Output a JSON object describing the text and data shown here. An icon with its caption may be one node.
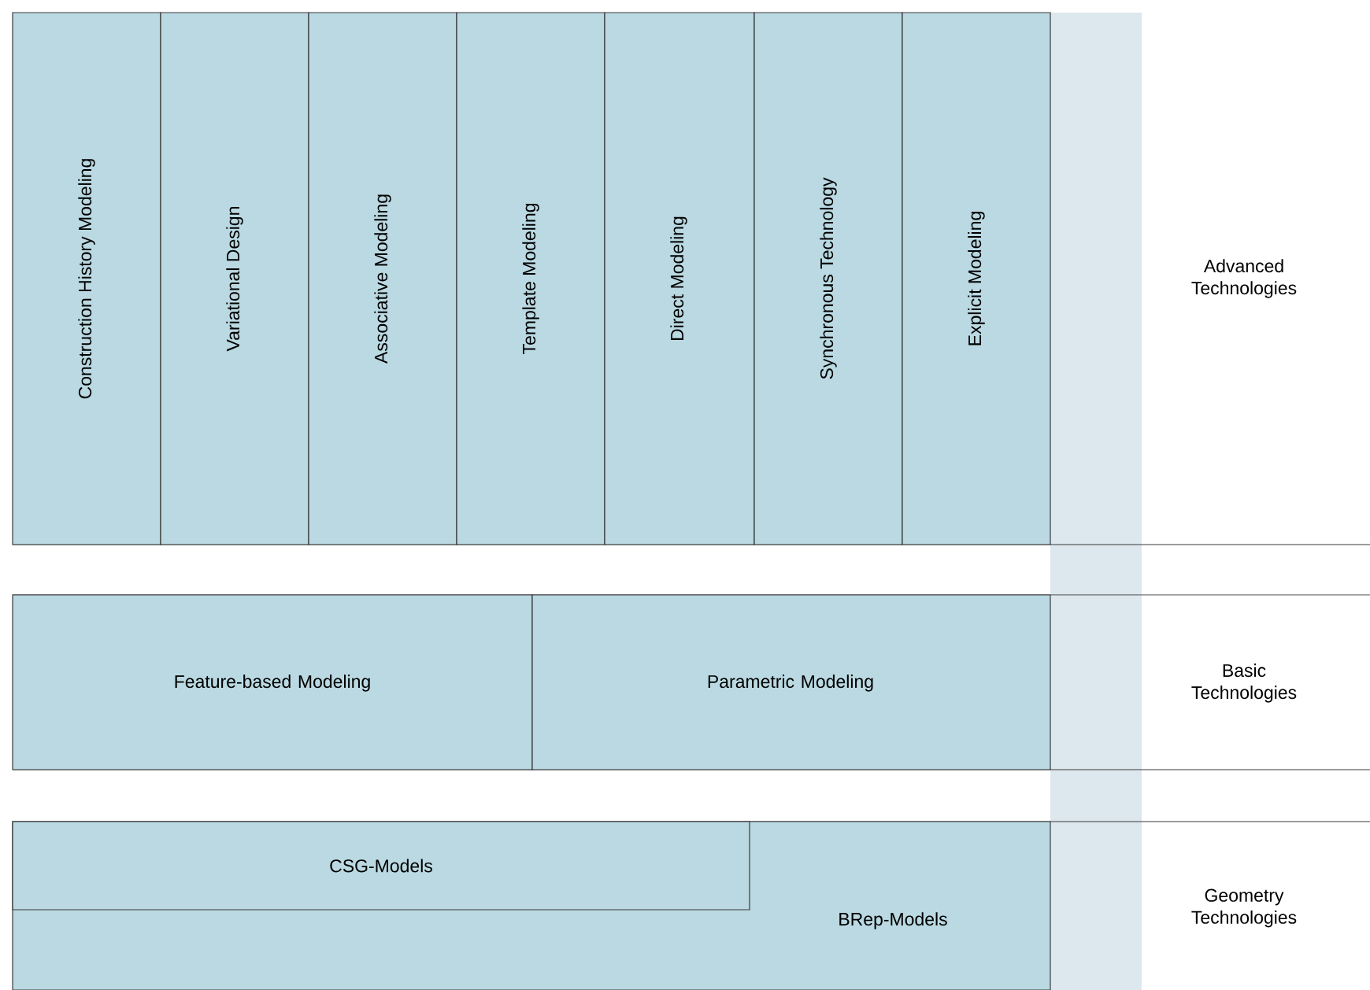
{
  "diagram": {
    "nodes": [
      {
        "text": [
          "Construction History Modeling"
        ]
      },
      {
        "text": [
          "Variational Design"
        ]
      },
      {
        "text": [
          "Associative Modeling"
        ]
      },
      {
        "text": [
          "Template Modeling"
        ]
      },
      {
        "text": [
          "Direct Modeling"
        ]
      },
      {
        "text": [
          "Synchronous Technology"
        ]
      },
      {
        "text": [
          "Explicit Modeling"
        ]
      },
      {
        "text": [
          "Feature-based Modeling"
        ]
      },
      {
        "text": [
          "Parametric Modeling"
        ]
      },
      {
        "text": [
          "BRep-Models"
        ]
      },
      {
        "text": [
          "CSG-Models"
        ],
        "in": 9
      }
    ],
    "labels": [
      "Advanced Technologies",
      "Basic Technologies",
      "Geometry Technologies"
    ]
  }
}
